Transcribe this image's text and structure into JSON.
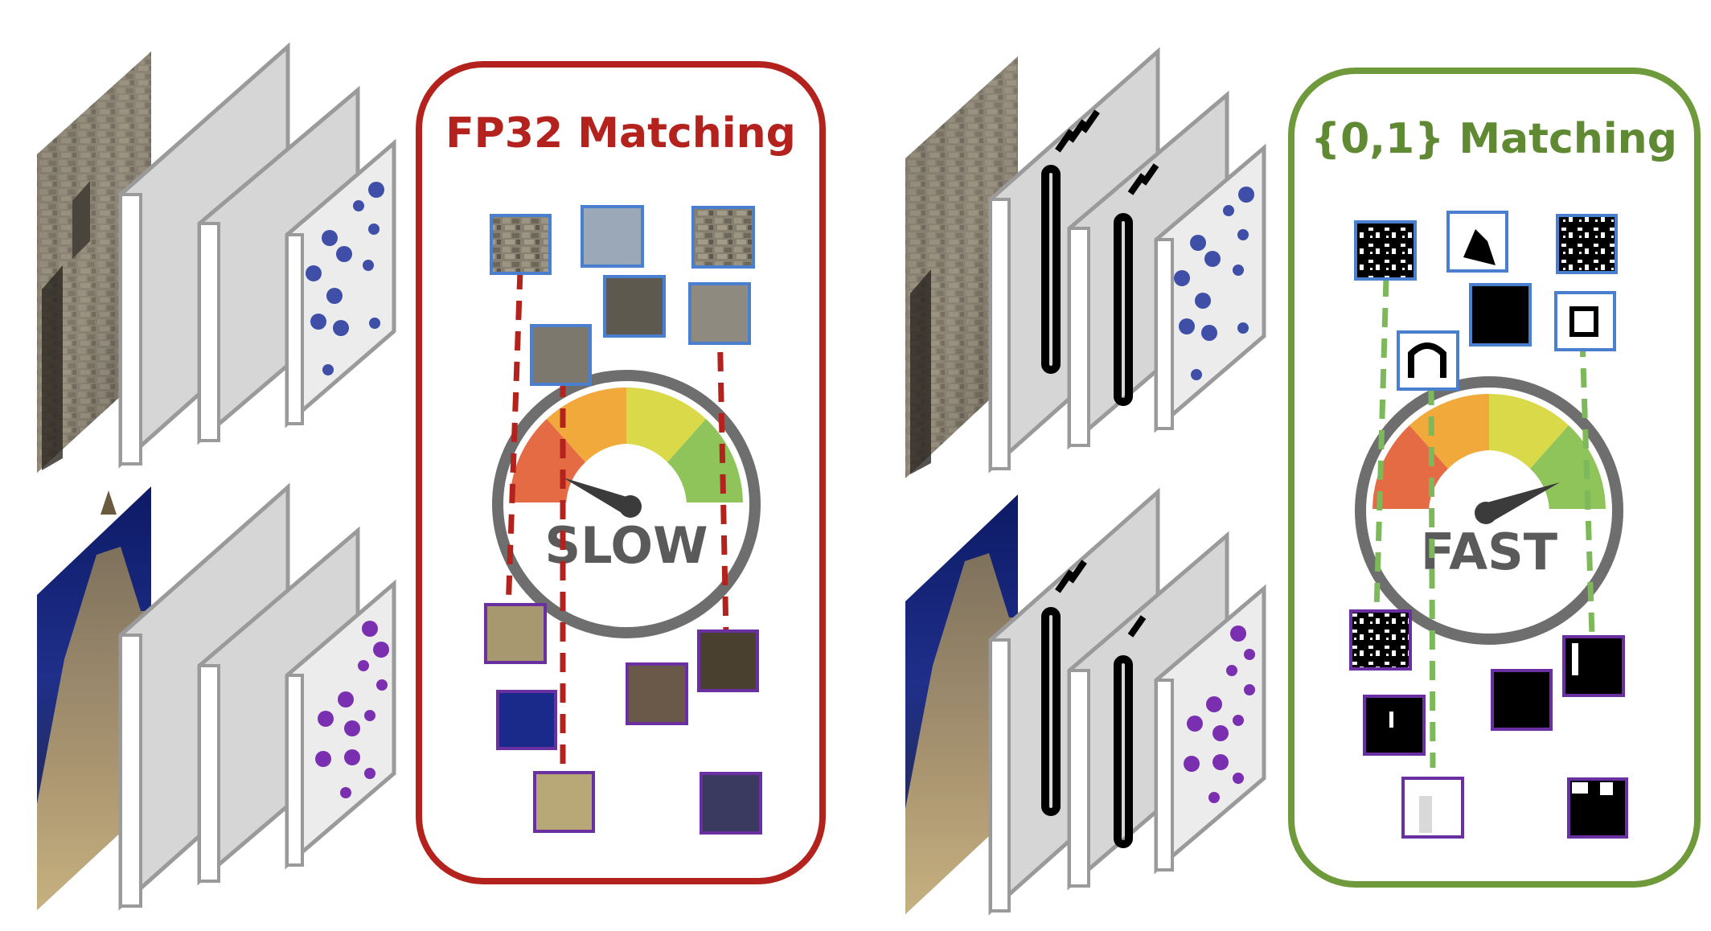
{
  "left_panel": {
    "title": "FP32 Matching",
    "gauge_label": "SLOW",
    "accent_color": "#b3221c",
    "feature_type": "float-feature-patches"
  },
  "right_panel": {
    "title": "{0,1} Matching",
    "gauge_label": "FAST",
    "accent_color": "#6f9a3b",
    "feature_type": "binary-feature-patches"
  },
  "colors": {
    "query_keypoint": "#3f4fa8",
    "reference_keypoint": "#7a2fb0",
    "query_patch_border": "#4a7fd0",
    "reference_patch_border": "#6a2fa0",
    "layer_fill": "#d6d6d6",
    "gauge_needle": "#3b3b3b"
  },
  "icons": [
    "day-photo-icon",
    "night-photo-icon",
    "cnn-layer-icon",
    "binary-pattern-icon",
    "speedometer-icon"
  ]
}
